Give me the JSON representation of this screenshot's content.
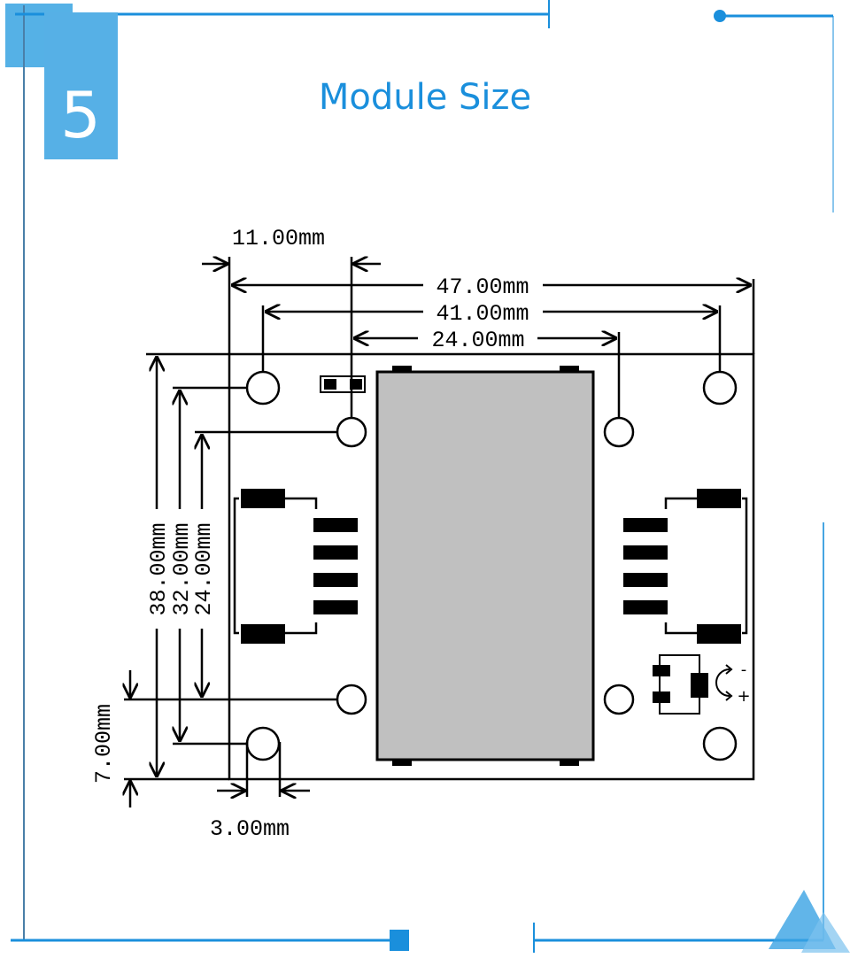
{
  "header": {
    "section_number": "5",
    "title": "Module Size"
  },
  "colors": {
    "accent": "#1a8fdc",
    "accent_light": "#56b0e6",
    "module_fill": "#c0c0c0"
  },
  "dimensions": {
    "hole_offset": "11.00mm",
    "board_width": "47.00mm",
    "hole_span_outer": "41.00mm",
    "hole_span_inner": "24.00mm",
    "board_height": "38.00mm",
    "hole_span_vertical_outer": "32.00mm",
    "hole_span_vertical_inner": "24.00mm",
    "hole_vertical_offset": "7.00mm",
    "hole_diameter": "3.00mm"
  },
  "polarity": {
    "minus": "-",
    "plus": "+"
  }
}
